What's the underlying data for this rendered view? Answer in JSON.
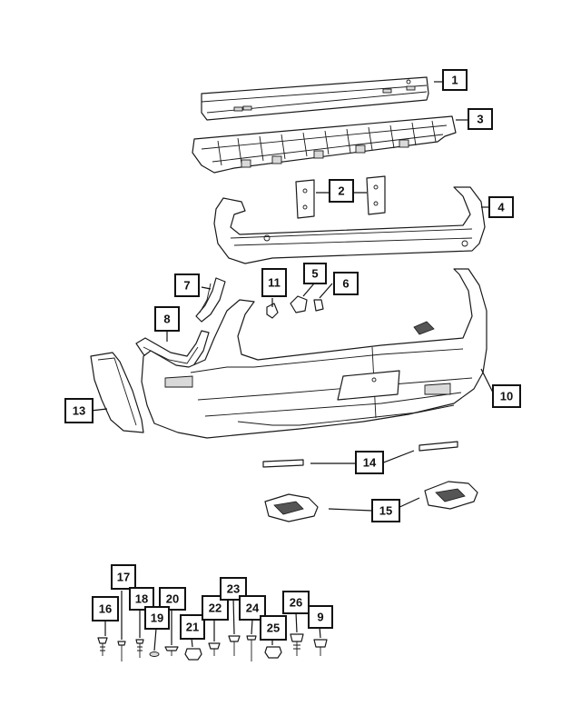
{
  "diagram": {
    "type": "exploded parts diagram",
    "subject": "rear bumper fascia assembly",
    "callouts": [
      "1",
      "2",
      "3",
      "4",
      "5",
      "6",
      "7",
      "8",
      "9",
      "10",
      "11",
      "13",
      "14",
      "15",
      "16",
      "17",
      "18",
      "19",
      "20",
      "21",
      "22",
      "23",
      "24",
      "25",
      "26"
    ]
  },
  "callouts": {
    "c1": "1",
    "c2": "2",
    "c3": "3",
    "c4": "4",
    "c5": "5",
    "c6": "6",
    "c7": "7",
    "c8": "8",
    "c9": "9",
    "c10": "10",
    "c11": "11",
    "c13": "13",
    "c14": "14",
    "c15": "15",
    "c16": "16",
    "c17": "17",
    "c18": "18",
    "c19": "19",
    "c20": "20",
    "c21": "21",
    "c22": "22",
    "c23": "23",
    "c24": "24",
    "c25": "25",
    "c26": "26"
  }
}
